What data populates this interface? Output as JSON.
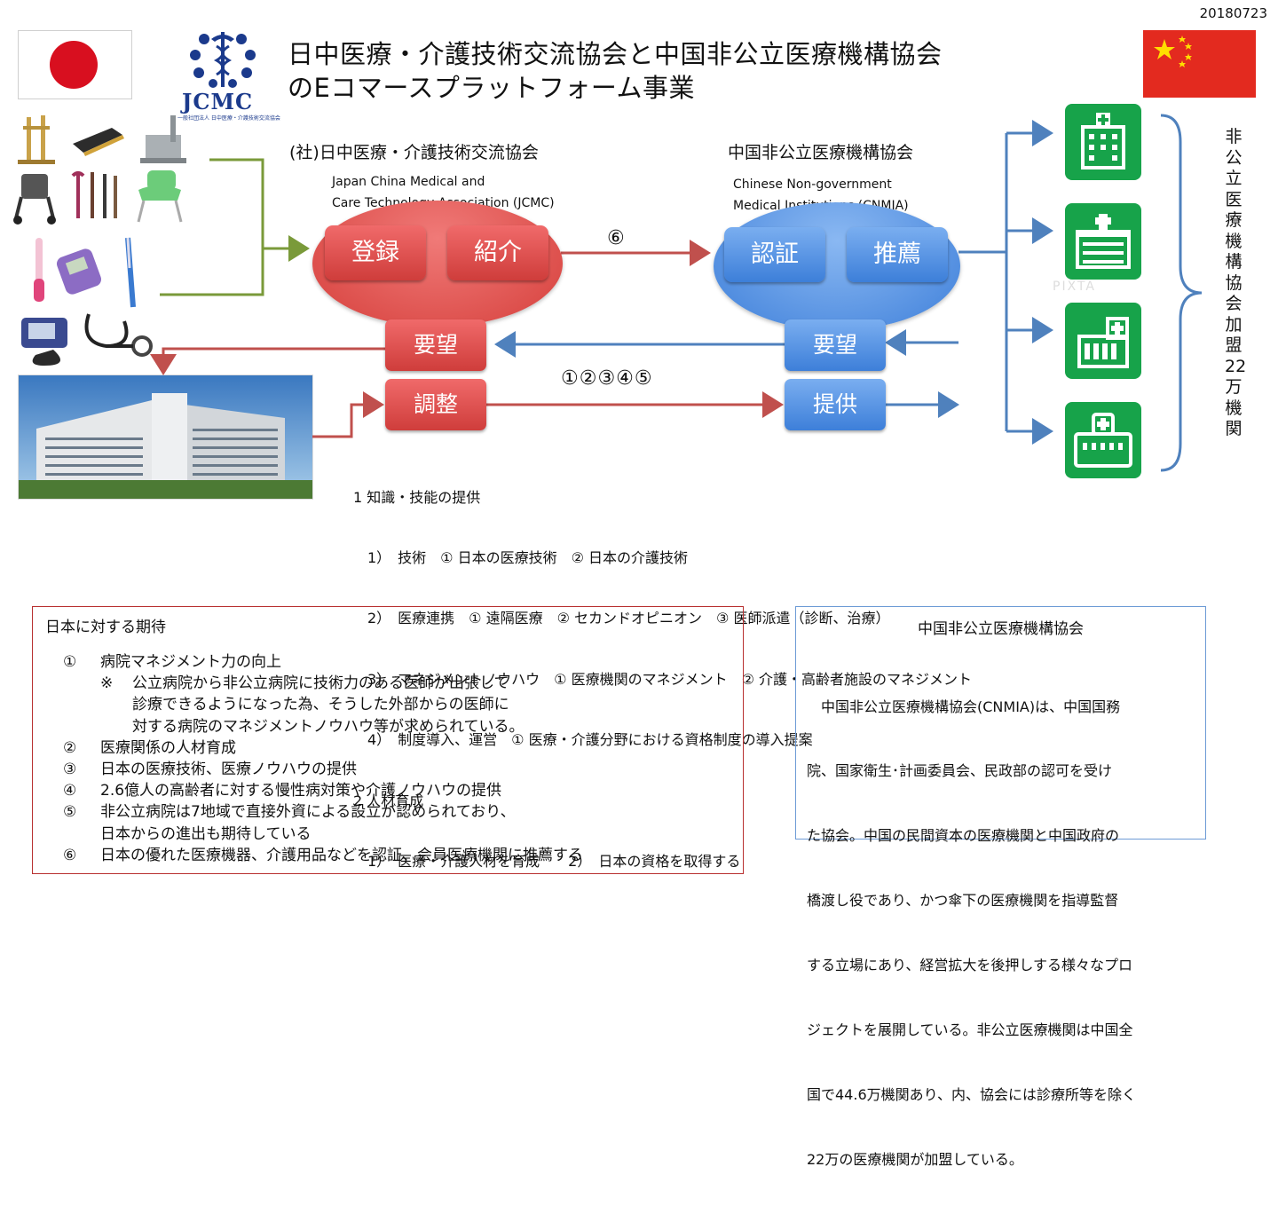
{
  "date": "20180723",
  "title_line1": "日中医療・介護技術交流協会と中国非公立医療機構協会",
  "title_line2": "のEコマースプラットフォーム事業",
  "logo_text": "JCMC",
  "logo_subtext": "一般社団法人 日中医療・介護技術交流協会",
  "jcmc": {
    "name_jp": "(社)日中医療・介護技術交流協会",
    "name_en_line1": "Japan China Medical and",
    "name_en_line2": "Care Technology Association (JCMC)",
    "btn_register": "登録",
    "btn_introduce": "紹介",
    "btn_request": "要望",
    "btn_adjust": "調整"
  },
  "cnmia": {
    "name_jp": "中国非公立医療機構協会",
    "name_en_line1": "Chinese Non-government",
    "name_en_line2": "Medical Institutions (CNMIA)",
    "btn_certify": "認証",
    "btn_recommend": "推薦",
    "btn_request": "要望",
    "btn_provide": "提供"
  },
  "arrow_label_6": "⑥",
  "arrow_label_12345": "①②③④⑤",
  "watermark": "PIXTA",
  "vertical_label": [
    "非",
    "公",
    "立",
    "医",
    "療",
    "機",
    "構",
    "協",
    "会",
    "加",
    "盟",
    "22",
    "万",
    "機",
    "関"
  ],
  "center_list": [
    "1 知識・技能の提供",
    "　1）　技術　① 日本の医療技術　② 日本の介護技術",
    "　2）　医療連携　① 遠隔医療　② セカンドオピニオン　③ 医師派遣（診断、治療）",
    "　3）　マネジメントノウハウ　① 医療機関のマネジメント　② 介護・高齢者施設のマネジメント",
    "　4）　制度導入、運営　① 医療・介護分野における資格制度の導入提案",
    "2 人材育成",
    "　1）　医療・介護人材を育成　　2）　日本の資格を取得する"
  ],
  "expect": {
    "heading": "日本に対する期待",
    "items": [
      {
        "num": "①",
        "text": "病院マネジメント力の向上"
      },
      {
        "num": "※",
        "text": "公立病院から非公立病院に技術力のある医師が出張して"
      },
      {
        "num": "",
        "text": "診療できるようになった為、そうした外部からの医師に"
      },
      {
        "num": "",
        "text": "対する病院のマネジメントノウハウ等が求められている。"
      },
      {
        "num": "②",
        "text": "医療関係の人材育成"
      },
      {
        "num": "③",
        "text": "日本の医療技術、医療ノウハウの提供"
      },
      {
        "num": "④",
        "text": "2.6億人の高齢者に対する慢性病対策や介護ノウハウの提供"
      },
      {
        "num": "⑤",
        "text": "非公立病院は7地域で直接外資による設立が認められており、"
      },
      {
        "num": "",
        "text": "日本からの進出も期待している"
      },
      {
        "num": "⑥",
        "text": "日本の優れた医療機器、介護用品などを認証、会員医療機関に推薦する"
      }
    ]
  },
  "cnmia_box": {
    "heading": "中国非公立医療機構協会",
    "lines": [
      "　中国非公立医療機構協会(CNMIA)は、中国国務",
      "院、国家衛生･計画委員会、民政部の認可を受け",
      "た協会。中国の民間資本の医療機関と中国政府の",
      "橋渡し役であり、かつ傘下の医療機関を指導監督",
      "する立場にあり、経営拡大を後押しする様々なプロ",
      "ジェクトを展開している。非公立医療機関は中国全",
      "国で44.6万機関あり、内、協会には診療所等を除く",
      "22万の医療機関が加盟している。"
    ]
  },
  "colors": {
    "red": "#cf3d3b",
    "blue": "#3d7fd9",
    "green_arrow": "#7a9a3a",
    "hospital_green": "#17a34a"
  }
}
